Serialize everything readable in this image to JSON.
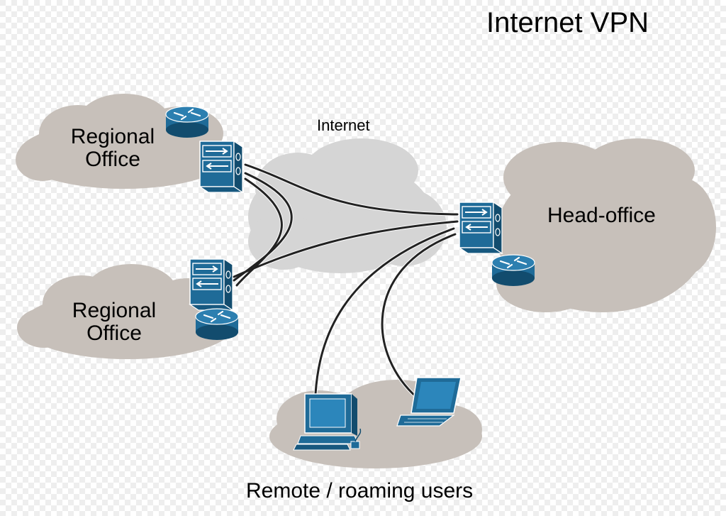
{
  "title": "Internet VPN",
  "internet": {
    "label": "Internet"
  },
  "regional_offices": [
    {
      "line1": "Regional",
      "line2": "Office"
    },
    {
      "line1": "Regional",
      "line2": "Office"
    }
  ],
  "head_office": {
    "label": "Head-office"
  },
  "remote": {
    "label": "Remote / roaming users"
  },
  "colors": {
    "cloud": "#c7c0ba",
    "internet_cloud": "#d5d5d5",
    "device_blue": "#1f6b98",
    "device_dark": "#124c6e",
    "line": "#222222"
  },
  "icons": [
    "router-icon",
    "vpn-firewall-icon",
    "desktop-computer-icon",
    "laptop-icon"
  ]
}
